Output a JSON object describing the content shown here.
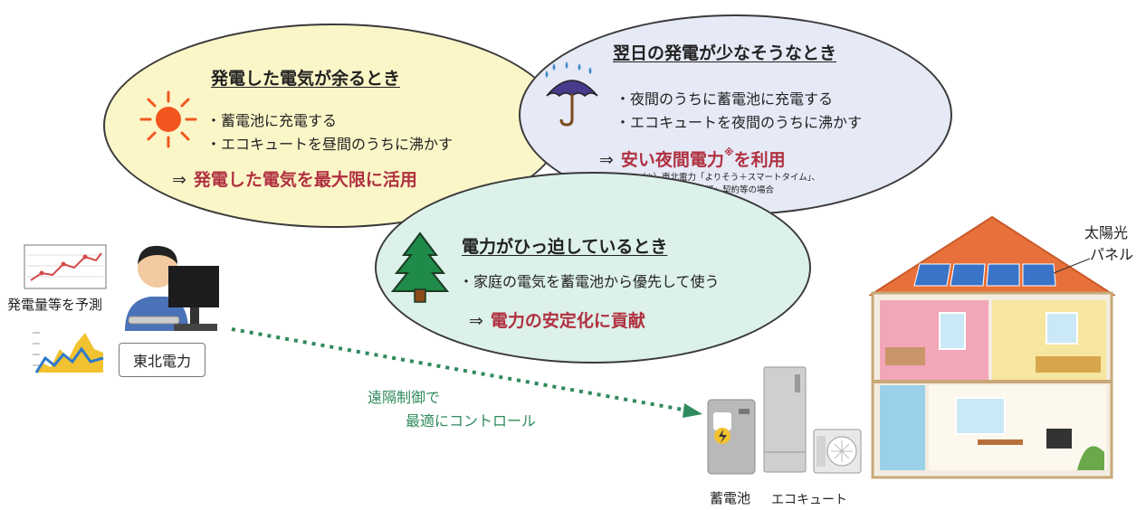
{
  "bubbles": {
    "surplus": {
      "title": "発電した電気が余るとき",
      "items": [
        "・蓄電池に充電する",
        "・エコキュートを昼間のうちに沸かす"
      ],
      "arrow": "⇒",
      "result": "発電した電気を最大限に活用"
    },
    "low_generation": {
      "title": "翌日の発電が少なそうなとき",
      "items": [
        "・夜間のうちに蓄電池に充電する",
        "・エコキュートを夜間のうちに沸かす"
      ],
      "arrow": "⇒",
      "result": "安い夜間電力",
      "result_mark": "※",
      "result_suffix": "を利用",
      "note_line1": "（※）東北電力「よりそう＋スマートタイム」、",
      "note_line2": "「時間帯別電灯」契約等の場合"
    },
    "tight_supply": {
      "title": "電力がひっ迫しているとき",
      "items": [
        "・家庭の電気を蓄電池から優先して使う"
      ],
      "arrow": "⇒",
      "result": "電力の安定化に貢献"
    }
  },
  "left": {
    "forecast_label": "発電量等を予測",
    "company": "東北電力"
  },
  "remote_control": {
    "line1": "遠隔制御で",
    "line2": "最適にコントロール"
  },
  "devices": {
    "battery": "蓄電池",
    "ecocute": "エコキュート"
  },
  "house": {
    "solar_label_line1": "太陽光",
    "solar_label_line2": "パネル"
  },
  "colors": {
    "highlight": "#b03040",
    "remote": "#2f8a5c",
    "roof": "#e8703a",
    "sun": "#f2561e"
  }
}
